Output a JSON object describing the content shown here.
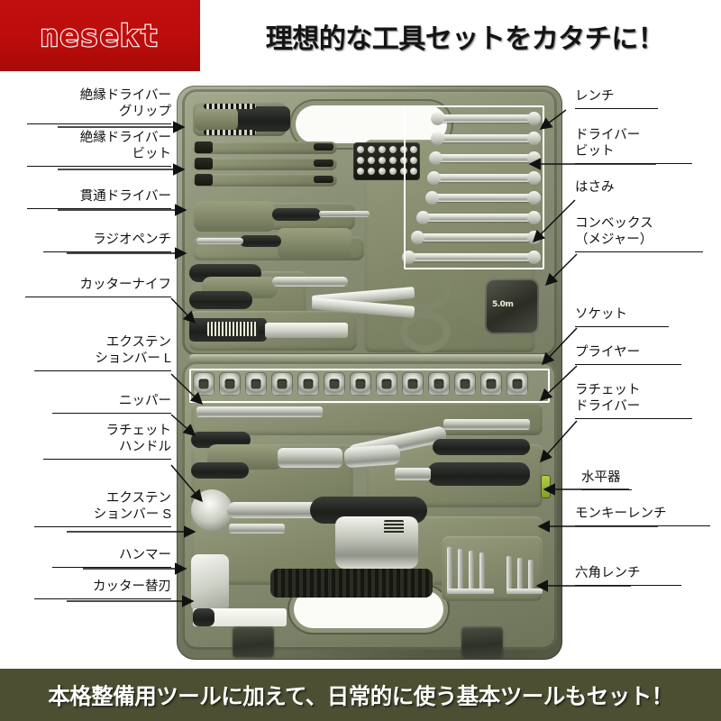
{
  "header": {
    "logo_text": "nesekt",
    "title": "理想的な工具セットをカタチに！",
    "logo_bg_color": "#c00d0d"
  },
  "footer": {
    "text": "本格整備用ツールに加えて、日常的に使う基本ツールもセット！",
    "bg_color": "#4c4f32"
  },
  "product": {
    "case_color": "#868c72",
    "labels_left": [
      {
        "id": "insulated-driver-grip",
        "lines": [
          "絶縁ドライバー",
          "グリップ"
        ]
      },
      {
        "id": "insulated-driver-bit",
        "lines": [
          "絶縁ドライバー",
          "ビット"
        ]
      },
      {
        "id": "through-driver",
        "lines": [
          "貫通ドライバー"
        ]
      },
      {
        "id": "radio-pliers",
        "lines": [
          "ラジオペンチ"
        ]
      },
      {
        "id": "cutter-knife",
        "lines": [
          "カッターナイフ"
        ]
      },
      {
        "id": "extension-bar-l",
        "lines": [
          "エクステン",
          "ションバー L"
        ]
      },
      {
        "id": "nippers",
        "lines": [
          "ニッパー"
        ]
      },
      {
        "id": "ratchet-handle",
        "lines": [
          "ラチェット",
          "ハンドル"
        ]
      },
      {
        "id": "extension-bar-s",
        "lines": [
          "エクステン",
          "ションバー S"
        ]
      },
      {
        "id": "hammer",
        "lines": [
          "ハンマー"
        ]
      },
      {
        "id": "cutter-spare-blade",
        "lines": [
          "カッター替刃"
        ]
      }
    ],
    "labels_right": [
      {
        "id": "wrench",
        "lines": [
          "レンチ"
        ]
      },
      {
        "id": "driver-bit",
        "lines": [
          "ドライバー",
          "ビット"
        ]
      },
      {
        "id": "scissors",
        "lines": [
          "はさみ"
        ]
      },
      {
        "id": "convex-measure",
        "lines": [
          "コンベックス",
          "（メジャー）"
        ]
      },
      {
        "id": "socket",
        "lines": [
          "ソケット"
        ]
      },
      {
        "id": "plier",
        "lines": [
          "プライヤー"
        ]
      },
      {
        "id": "ratchet-driver",
        "lines": [
          "ラチェット",
          "ドライバー"
        ]
      },
      {
        "id": "spirit-level",
        "lines": [
          "水平器"
        ]
      },
      {
        "id": "monkey-wrench",
        "lines": [
          "モンキーレンチ"
        ]
      },
      {
        "id": "hex-wrench",
        "lines": [
          "六角レンチ"
        ]
      }
    ],
    "tape_measure_label": "5.0m"
  }
}
